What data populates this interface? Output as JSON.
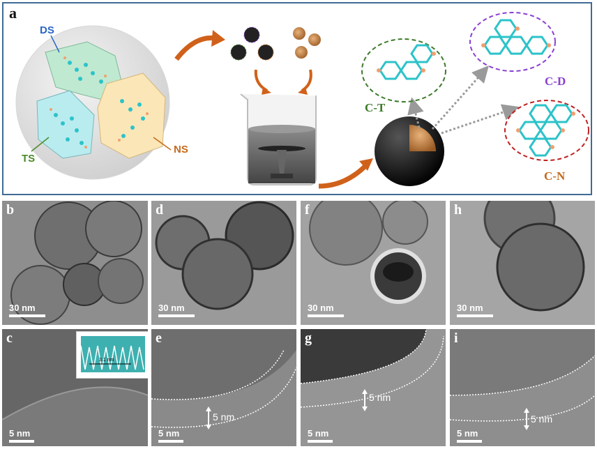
{
  "panel_a": {
    "letter": "a",
    "labels": {
      "ds": "DS",
      "ts": "TS",
      "ns": "NS"
    },
    "molecules": {
      "ct": "C-T",
      "cd": "C-D",
      "cn": "C-N"
    },
    "colors": {
      "ds": "#2a66c4",
      "ts": "#4a8a2a",
      "ns": "#c56a1c",
      "ct": "#3c7a2a",
      "cd": "#8a3fd0",
      "cn": "#c02020",
      "arrow": "#d0611a",
      "border": "#3f6b95"
    }
  },
  "tem_panels": [
    {
      "id": "b",
      "letter": "b",
      "scale": "30 nm"
    },
    {
      "id": "d",
      "letter": "d",
      "scale": "30 nm"
    },
    {
      "id": "f",
      "letter": "f",
      "scale": "30 nm"
    },
    {
      "id": "h",
      "letter": "h",
      "scale": "30 nm"
    },
    {
      "id": "c",
      "letter": "c",
      "scale": "5 nm",
      "inset_text": "3.1 nm"
    },
    {
      "id": "e",
      "letter": "e",
      "scale": "5 nm",
      "thickness": "5 nm"
    },
    {
      "id": "g",
      "letter": "g",
      "scale": "5 nm",
      "thickness": "5 nm"
    },
    {
      "id": "i",
      "letter": "i",
      "scale": "5 nm",
      "thickness": "5 nm"
    }
  ]
}
